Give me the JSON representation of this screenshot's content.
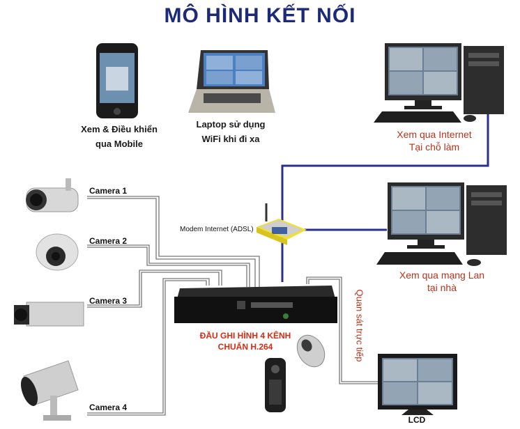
{
  "title": "MÔ HÌNH KẾT NỐI",
  "mobile": {
    "line1": "Xem & Điều khiển",
    "line2": "qua Mobile"
  },
  "laptop": {
    "line1": "Laptop sử dụng",
    "line2": "WiFi khi đi xa"
  },
  "pc_office": {
    "line1": "Xem qua Internet",
    "line2": "Tại chỗ làm"
  },
  "pc_home": {
    "line1": "Xem qua mạng Lan",
    "line2": "tại nhà"
  },
  "modem": "Modem Internet (ADSL)",
  "cameras": [
    "Camera 1",
    "Camera 2",
    "Camera 3",
    "Camera 4"
  ],
  "dvr": {
    "line1": "ĐẦU GHI HÌNH 4 KÊNH",
    "line2": "CHUẨN H.264"
  },
  "direct_view": "Quan sát trực tiếp",
  "lcd": "LCD",
  "colors": {
    "title": "#1c2a78",
    "red_label": "#b8331a",
    "network_line": "#2a2f8f"
  }
}
